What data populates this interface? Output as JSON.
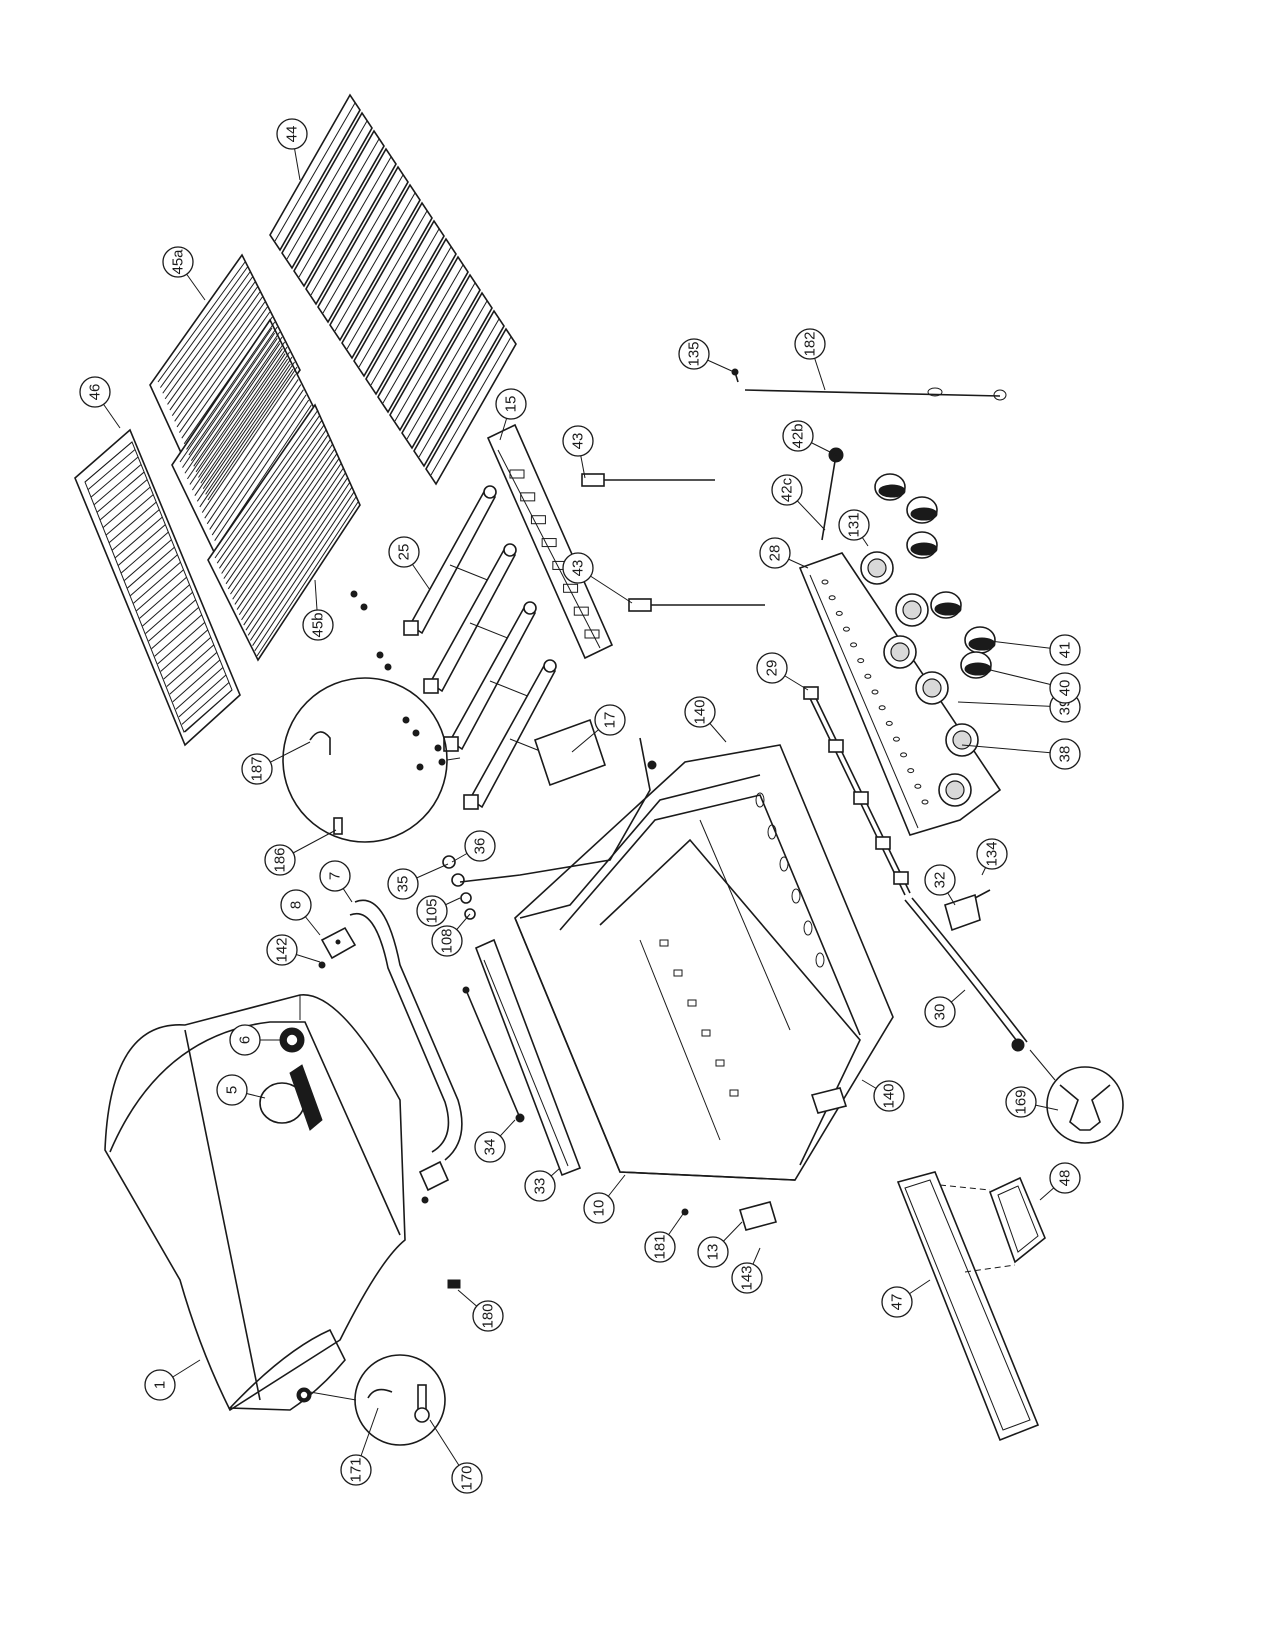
{
  "diagram": {
    "type": "exploded parts diagram",
    "rotation_deg": -90,
    "callouts": [
      {
        "id": "c1",
        "label": "1"
      },
      {
        "id": "c5",
        "label": "5"
      },
      {
        "id": "c6",
        "label": "6"
      },
      {
        "id": "c7",
        "label": "7"
      },
      {
        "id": "c8",
        "label": "8"
      },
      {
        "id": "c10",
        "label": "10"
      },
      {
        "id": "c13",
        "label": "13"
      },
      {
        "id": "c15",
        "label": "15"
      },
      {
        "id": "c17",
        "label": "17"
      },
      {
        "id": "c25",
        "label": "25"
      },
      {
        "id": "c28",
        "label": "28"
      },
      {
        "id": "c29",
        "label": "29"
      },
      {
        "id": "c30",
        "label": "30"
      },
      {
        "id": "c32",
        "label": "32"
      },
      {
        "id": "c33",
        "label": "33"
      },
      {
        "id": "c34",
        "label": "34"
      },
      {
        "id": "c35",
        "label": "35"
      },
      {
        "id": "c36",
        "label": "36"
      },
      {
        "id": "c38",
        "label": "38"
      },
      {
        "id": "c39",
        "label": "39"
      },
      {
        "id": "c40",
        "label": "40"
      },
      {
        "id": "c41",
        "label": "41"
      },
      {
        "id": "c42b",
        "label": "42b"
      },
      {
        "id": "c42c",
        "label": "42c"
      },
      {
        "id": "c43a",
        "label": "43"
      },
      {
        "id": "c43b",
        "label": "43"
      },
      {
        "id": "c44",
        "label": "44"
      },
      {
        "id": "c45a",
        "label": "45a"
      },
      {
        "id": "c45b",
        "label": "45b"
      },
      {
        "id": "c46",
        "label": "46"
      },
      {
        "id": "c47",
        "label": "47"
      },
      {
        "id": "c48",
        "label": "48"
      },
      {
        "id": "c105",
        "label": "105"
      },
      {
        "id": "c108",
        "label": "108"
      },
      {
        "id": "c131",
        "label": "131"
      },
      {
        "id": "c134",
        "label": "134"
      },
      {
        "id": "c135",
        "label": "135"
      },
      {
        "id": "c140a",
        "label": "140"
      },
      {
        "id": "c140b",
        "label": "140"
      },
      {
        "id": "c142",
        "label": "142"
      },
      {
        "id": "c143",
        "label": "143"
      },
      {
        "id": "c169",
        "label": "169"
      },
      {
        "id": "c170",
        "label": "170"
      },
      {
        "id": "c171",
        "label": "171"
      },
      {
        "id": "c180",
        "label": "180"
      },
      {
        "id": "c181",
        "label": "181"
      },
      {
        "id": "c182",
        "label": "182"
      },
      {
        "id": "c186",
        "label": "186"
      },
      {
        "id": "c187",
        "label": "187"
      }
    ]
  }
}
